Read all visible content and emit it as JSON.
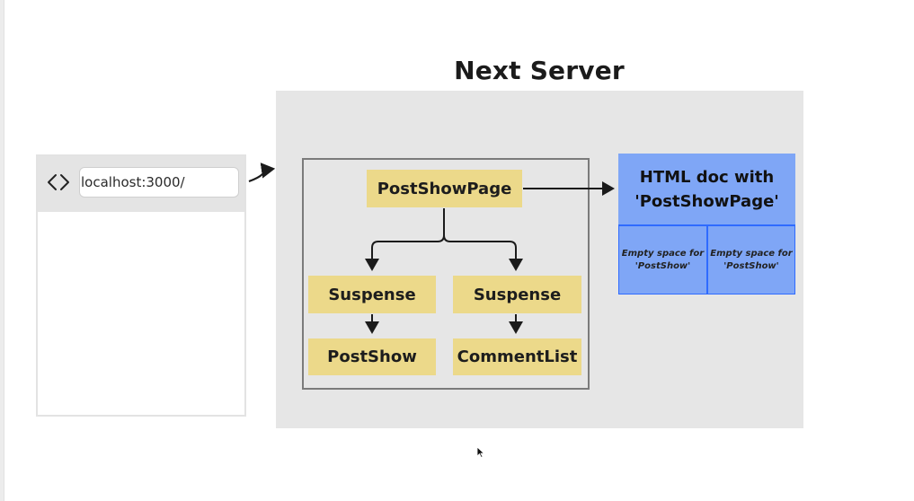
{
  "diagram": {
    "title": "Next Server",
    "browser": {
      "icon": "code-brackets-icon",
      "url": "localhost:3000/"
    },
    "nodes": {
      "post_show_page": "PostShowPage",
      "suspense_left": "Suspense",
      "suspense_right": "Suspense",
      "post_show": "PostShow",
      "comment_list": "CommentList"
    },
    "html_doc": {
      "title": "HTML doc with 'PostShowPage'",
      "slot_left": "Empty space for 'PostShow'",
      "slot_right": "Empty space for 'PostShow'"
    },
    "colors": {
      "server_bg": "#e6e6e6",
      "node_fill": "#ecd98a",
      "html_doc_fill": "#7fa6f6",
      "html_doc_divider": "#2f6bff"
    }
  }
}
